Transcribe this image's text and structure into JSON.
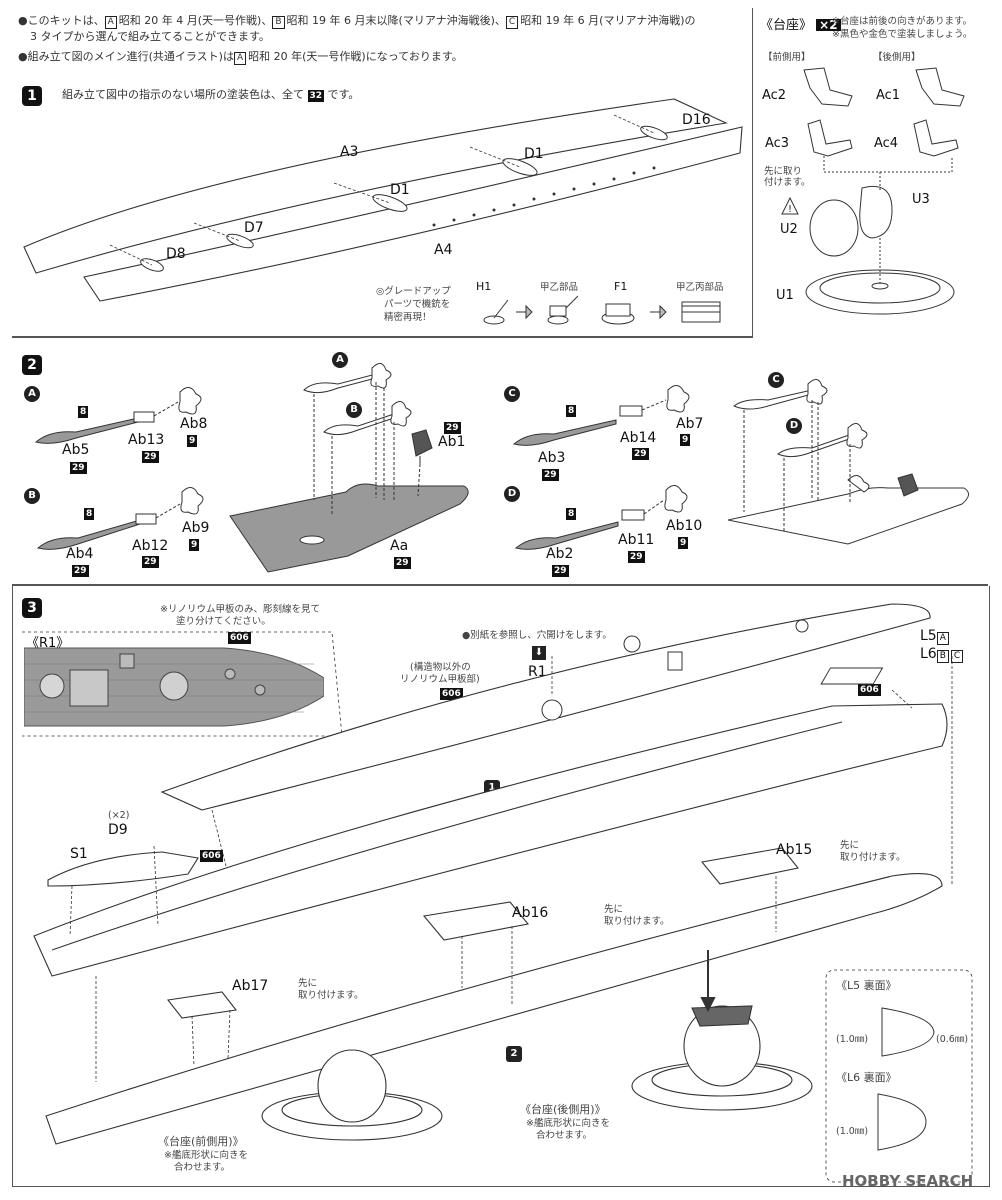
{
  "header": {
    "line1a": "●このキットは、",
    "line1_A": "A",
    "line1b": "昭和 20 年 4 月(天一号作戦)、",
    "line1_B": "B",
    "line1c": "昭和 19 年 6 月末以降(マリアナ沖海戦後)、",
    "line1_C": "C",
    "line1d": "昭和 19 年 6 月(マリアナ沖海戦)の",
    "line2": "3 タイプから選んで組み立てることができます。",
    "line3a": "●組み立て図のメイン進行(共通イラスト)は",
    "line3_A": "A",
    "line3b": "昭和 20 年(天一号作戦)になっております。"
  },
  "stand": {
    "title": "《台座》",
    "count": "×2",
    "note1": "※台座は前後の向きがあります。",
    "note2": "※黒色や金色で塗装しましょう。",
    "front_label": "【前側用】",
    "rear_label": "【後側用】",
    "parts": [
      "Ac2",
      "Ac1",
      "Ac3",
      "Ac4",
      "U3",
      "U2",
      "U1"
    ],
    "attach_note1": "先に取り",
    "attach_note2": "付けます。"
  },
  "step1": {
    "num": "1",
    "note_a": "組み立て図中の指示のない場所の塗装色は、全て",
    "note_color": "32",
    "note_b": "です。",
    "parts": [
      "A3",
      "D16",
      "D1",
      "D1",
      "D7",
      "D8",
      "A4"
    ],
    "upgrade_note1": "◎グレードアップ",
    "upgrade_note2": "パーツで機銃を",
    "upgrade_note3": "精密再現！",
    "upgrade_parts": [
      "H1",
      "甲乙部品",
      "F1",
      "甲乙丙部品"
    ]
  },
  "step2": {
    "num": "2",
    "groupA": {
      "tag": "A",
      "c1": "8",
      "p1": "Ab5",
      "p1c": "29",
      "p2": "Ab13",
      "p2c": "29",
      "p3": "Ab8",
      "p3c": "9"
    },
    "groupB": {
      "tag": "B",
      "c1": "8",
      "p1": "Ab4",
      "p1c": "29",
      "p2": "Ab12",
      "p2c": "29",
      "p3": "Ab9",
      "p3c": "9"
    },
    "groupC": {
      "tag": "C",
      "c1": "8",
      "p1": "Ab3",
      "p1c": "29",
      "p2": "Ab14",
      "p2c": "29",
      "p3": "Ab7",
      "p3c": "9"
    },
    "groupD": {
      "tag": "D",
      "c1": "8",
      "p1": "Ab2",
      "p1c": "29",
      "p2": "Ab11",
      "p2c": "29",
      "p3": "Ab10",
      "p3c": "9"
    },
    "center_tags": [
      "A",
      "B",
      "C",
      "D"
    ],
    "ab1": "Ab1",
    "ab1c": "29",
    "aa": "Aa",
    "aac": "29"
  },
  "step3": {
    "num": "3",
    "r1_title": "《R1》",
    "r1_note1": "※リノリウム甲板のみ、彫刻線を見て",
    "r1_note2": "塗り分けてください。",
    "r1_color": "606",
    "drill_note": "●別紙を参照し、穴開けをします。",
    "r1_label": "R1",
    "linoleum_note1": "(構造物以外の",
    "linoleum_note2": "リノリウム甲板部)",
    "linoleum_color": "606",
    "l5": "L5",
    "l5_tag": "A",
    "l6": "L6",
    "l6_tags": [
      "B",
      "C"
    ],
    "l5_color": "606",
    "step_ref1": "1",
    "step_ref2": "2",
    "d9_count": "(×2)",
    "d9": "D9",
    "s1": "S1",
    "s1_color": "606",
    "ab15": "Ab15",
    "ab16": "Ab16",
    "ab17": "Ab17",
    "attach_note_a": "先に",
    "attach_note_b": "取り付けます。",
    "stand_front_title": "《台座(前側用)》",
    "stand_front_note1": "※艦底形状に向きを",
    "stand_front_note2": "合わせます。",
    "stand_rear_title": "《台座(後側用)》",
    "stand_rear_note1": "※艦底形状に向きを",
    "stand_rear_note2": "合わせます。",
    "l5_back": "《L5",
    "l5_back_b": "裏面》",
    "l5_hole1": "(1.0㎜)",
    "l5_hole2": "(0.6㎜)",
    "l6_back": "《L6",
    "l6_back_b": "裏面》",
    "l6_hole1": "(1.0㎜)"
  },
  "watermark": "HOBBY SEARCH"
}
